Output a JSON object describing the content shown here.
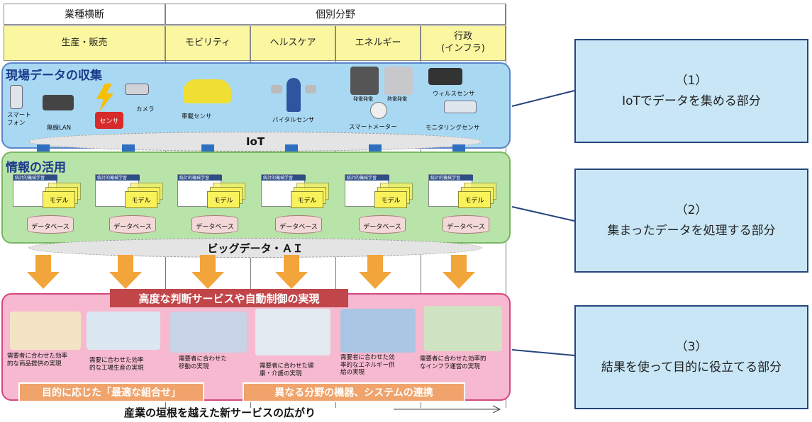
{
  "header": {
    "cross_industry": "業種横断",
    "individual": "個別分野"
  },
  "sectors": [
    {
      "label": "生産・販売"
    },
    {
      "label": "モビリティ"
    },
    {
      "label": "ヘルスケア"
    },
    {
      "label": "エネルギー"
    },
    {
      "label": "行政\n(インフラ)"
    }
  ],
  "band1": {
    "title": "現場データの収集",
    "items": {
      "smartphone": "スマート\nフォン",
      "wlan": "無線LAN",
      "sensor": "センサ",
      "camera": "カメラ",
      "car_sensor": "車載センサ",
      "vital_sensor": "バイタルセンサ",
      "solar": "発電発電",
      "thermal": "熱電発電",
      "smart_meter": "スマートメーター",
      "virus_sensor": "ウィルスセンサ",
      "monitoring_sensor": "モニタリングセンサ"
    },
    "ellipse": "IoT"
  },
  "band2": {
    "title": "情報の活用",
    "sheet_title": "統計的機械学習",
    "model": "モデル",
    "database": "データベース",
    "ellipse": "ビッグデータ・ＡＩ"
  },
  "band3": {
    "banner": "高度な判断サービスや自動制御の実現",
    "captions": [
      "需要者に合わせた効率\n的な商品提供の実現",
      "需要に合わせた効率\n的な工場生産の実現",
      "需要者に合わせた\n移動の実現",
      "需要者に合わせた健\n康・介護の実現",
      "需要者に合わせた効\n率的なエネルギー供\n給の実現",
      "需要者に合わせた効率的\nなインフラ運営の実現"
    ],
    "tag_left": "目的に応じた「最適な組合せ」",
    "tag_right": "異なる分野の機器、システムの連携"
  },
  "footer": "産業の垣根を越えた新サービスの広がり",
  "callouts": [
    {
      "num": "（1）",
      "text": "IoTでデータを集める部分"
    },
    {
      "num": "（2）",
      "text": "集まったデータを処理する部分"
    },
    {
      "num": "（3）",
      "text": "結果を使って目的に役立てる部分"
    }
  ],
  "colors": {
    "band_blue": "#a9d8f3",
    "band_green": "#b8e3a9",
    "band_pink": "#f6b9cf",
    "arrow_blue": "#2f6fc0",
    "arrow_orange": "#f2a53a",
    "callout_fill": "#c8e6f6",
    "callout_border": "#26457d"
  }
}
